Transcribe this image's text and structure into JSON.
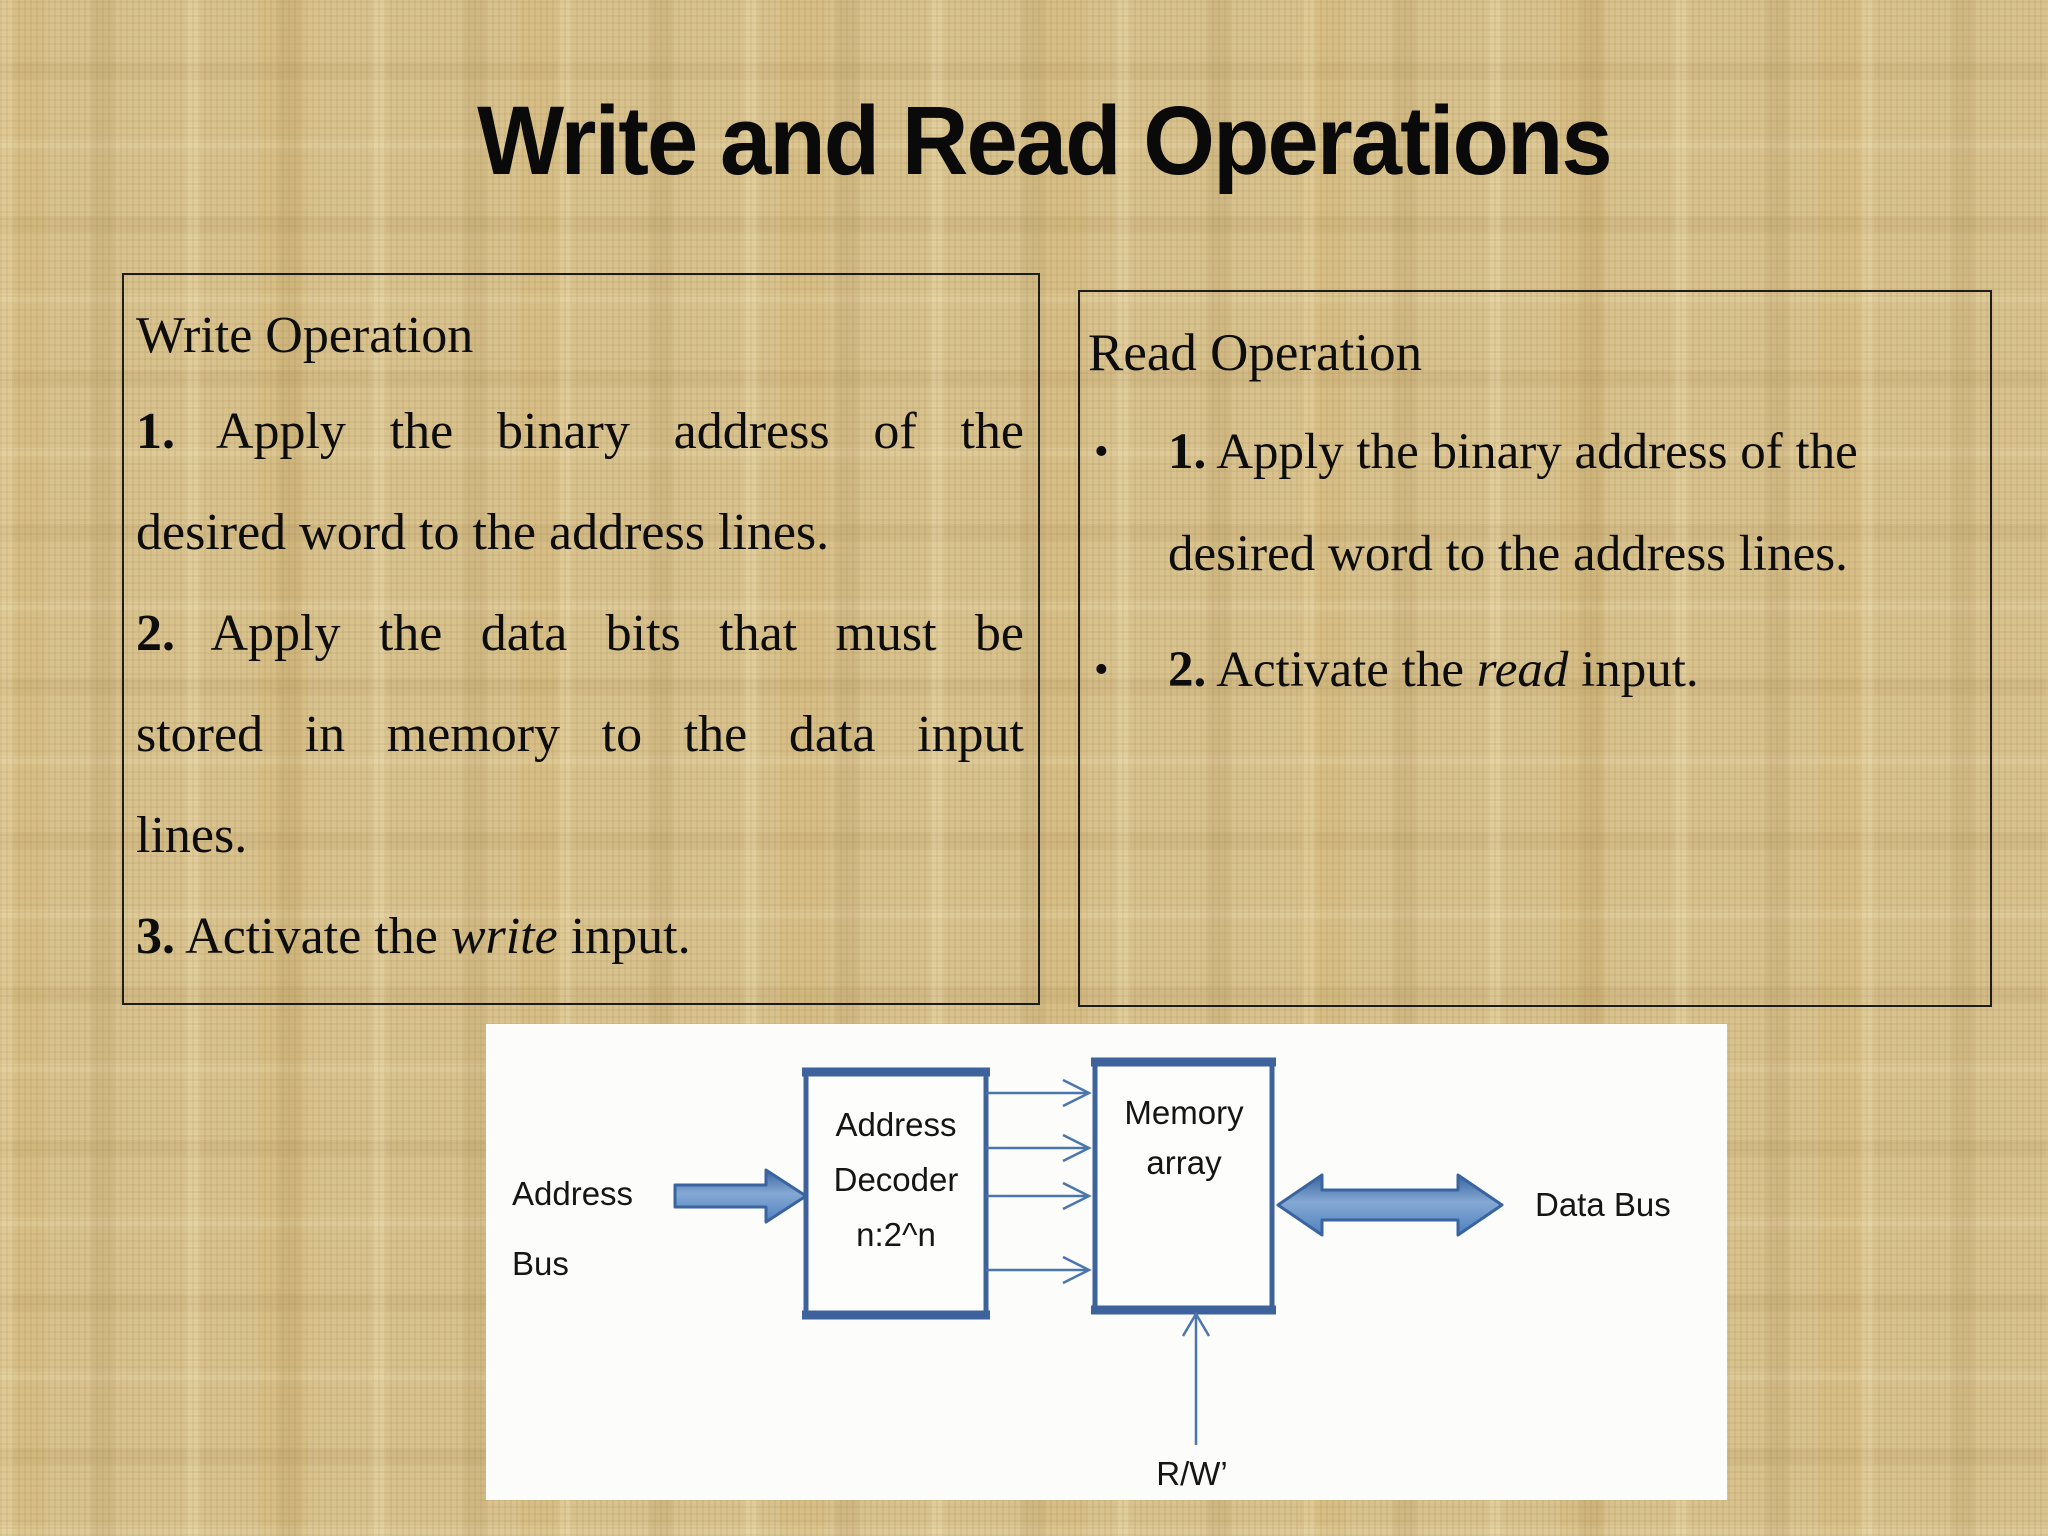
{
  "slide": {
    "title": "Write and Read Operations"
  },
  "write_box": {
    "title": "Write Operation",
    "step1": {
      "num": "1.",
      "line1": "Apply the binary address of the",
      "line2": "desired word to the address lines."
    },
    "step2": {
      "num": "2.",
      "line1": "Apply the data bits that must be",
      "line2": "stored in memory to the data input",
      "line3": "lines."
    },
    "step3": {
      "num": "3.",
      "pre": "Activate the",
      "italic": "write",
      "post": "input."
    }
  },
  "read_box": {
    "title": "Read Operation",
    "bullet": "•",
    "step1": {
      "num": "1.",
      "line1": "Apply the binary address of the",
      "line2": "desired word to the address lines."
    },
    "step2": {
      "num": "2.",
      "pre": "Activate the",
      "italic": "read",
      "post": "input."
    }
  },
  "diagram": {
    "address_bus": {
      "line1": "Address",
      "line2": "Bus"
    },
    "decoder": {
      "line1": "Address",
      "line2": "Decoder",
      "line3": "n:2^n"
    },
    "memory": {
      "line1": "Memory",
      "line2": "array"
    },
    "data_bus": "Data Bus",
    "read_write": "R/W’"
  },
  "colors": {
    "background_tan": "#d8c28e",
    "text_black": "#121212",
    "box_border_black": "#1c1c1c",
    "panel_white": "#fcfcfa",
    "diagram_box_border_blue": "#3e639c",
    "diagram_line_blue": "#4a76ae",
    "arrow_fill_blue": "#4f81bd",
    "arrow_fill_light_blue": "#85a9d4",
    "arrow_outline_blue": "#3a64a0"
  }
}
